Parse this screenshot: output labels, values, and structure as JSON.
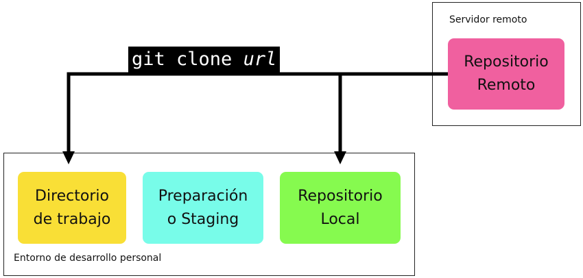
{
  "remote_server": {
    "label": "Servidor remoto",
    "repository": {
      "line1": "Repositorio",
      "line2": "Remoto",
      "color": "#f0609f"
    }
  },
  "local_env": {
    "label": "Entorno de desarrollo personal",
    "working_directory": {
      "line1": "Directorio",
      "line2": "de trabajo",
      "color": "#f9df36"
    },
    "staging": {
      "line1": "Preparación",
      "line2": "o Staging",
      "color": "#78fce9"
    },
    "local_repository": {
      "line1": "Repositorio",
      "line2": "Local",
      "color": "#86fa4f"
    }
  },
  "command": {
    "verb": "git clone",
    "argument": "url"
  }
}
